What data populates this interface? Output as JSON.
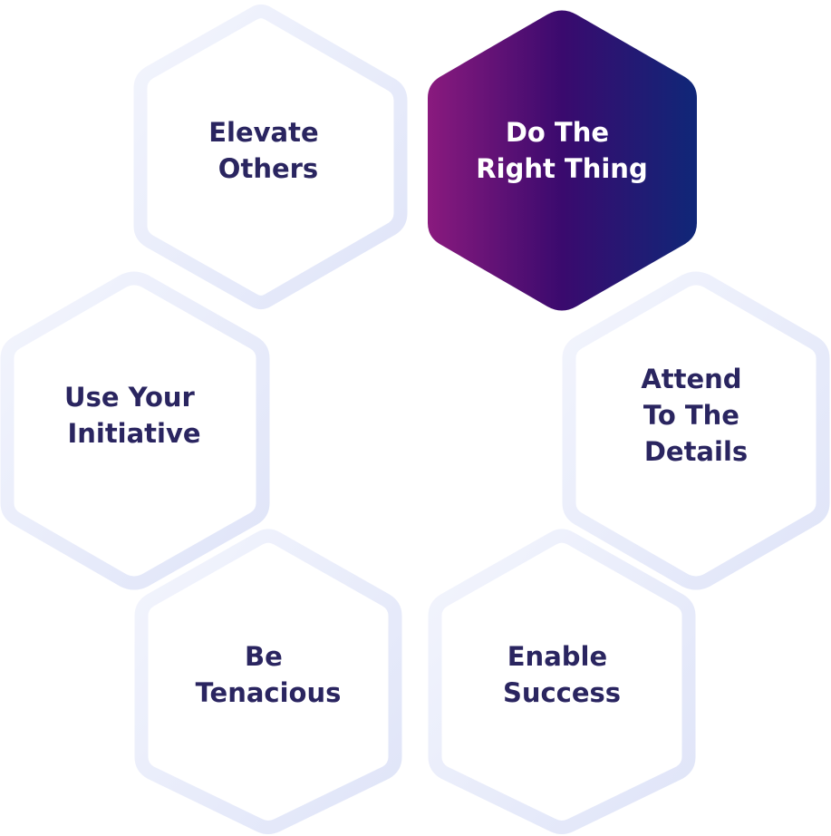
{
  "values": [
    {
      "id": "elevate-others",
      "lines": [
        "Elevate",
        "Others"
      ],
      "active": false
    },
    {
      "id": "do-the-right-thing",
      "lines": [
        "Do The",
        "Right Thing"
      ],
      "active": true
    },
    {
      "id": "use-your-initiative",
      "lines": [
        "Use Your",
        "Initiative"
      ],
      "active": false
    },
    {
      "id": "attend-to-the-details",
      "lines": [
        "Attend",
        "To The",
        "Details"
      ],
      "active": false
    },
    {
      "id": "be-tenacious",
      "lines": [
        "Be",
        "Tenacious"
      ],
      "active": false
    },
    {
      "id": "enable-success",
      "lines": [
        "Enable",
        "Success"
      ],
      "active": false
    }
  ],
  "colors": {
    "text": "#2a2560",
    "active_text": "#ffffff",
    "active_gradient_start": "#8a1a7e",
    "active_gradient_end": "#0f2778",
    "outline_light": "#f0f2fc",
    "outline_dark": "#dde3f8"
  }
}
